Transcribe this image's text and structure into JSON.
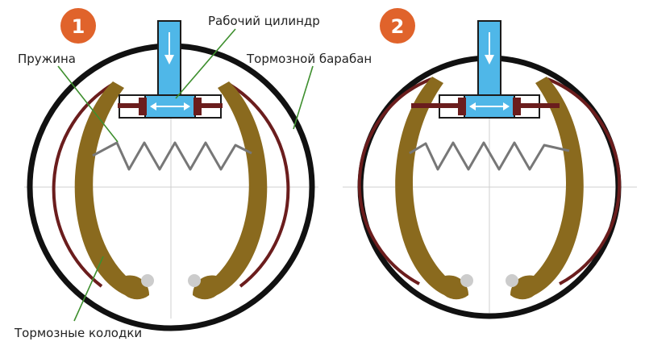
{
  "labels": {
    "cylinder": "Рабочий цилиндр",
    "spring": "Пружина",
    "drum": "Тормозной барабан",
    "shoes": "Тормозные колодки"
  },
  "badges": [
    "1",
    "2"
  ],
  "colors": {
    "badge": "#e0632b",
    "shoe": "#8a6a1e",
    "lining": "#6b1d1d",
    "drum": "#111111",
    "cylinder": "#4fb7e8",
    "pointer": "#3e8f2e",
    "spring": "#777777"
  }
}
